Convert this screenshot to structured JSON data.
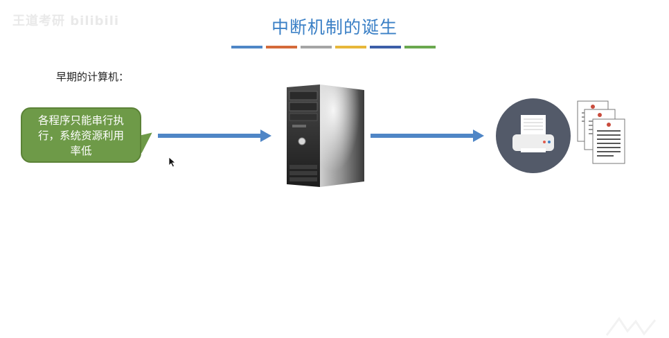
{
  "watermark": {
    "text": "王道考研 bilibili"
  },
  "slide": {
    "title": "中断机制的诞生",
    "divider_colors": [
      "#4f86c6",
      "#d46a3a",
      "#a5a5a5",
      "#e7b73a",
      "#3c5ea8",
      "#6aa84f"
    ],
    "subtitle": "早期的计算机："
  },
  "bubble": {
    "lines": [
      "各程序只能串行执",
      "行，系统资源利用",
      "率低"
    ],
    "color": "#6e9a48"
  },
  "icons": {
    "cursor": "mouse-pointer-icon",
    "computer": "computer-tower-icon",
    "printer": "printer-icon",
    "documents": "documents-icon",
    "arrow_color": "#4f86c6"
  }
}
